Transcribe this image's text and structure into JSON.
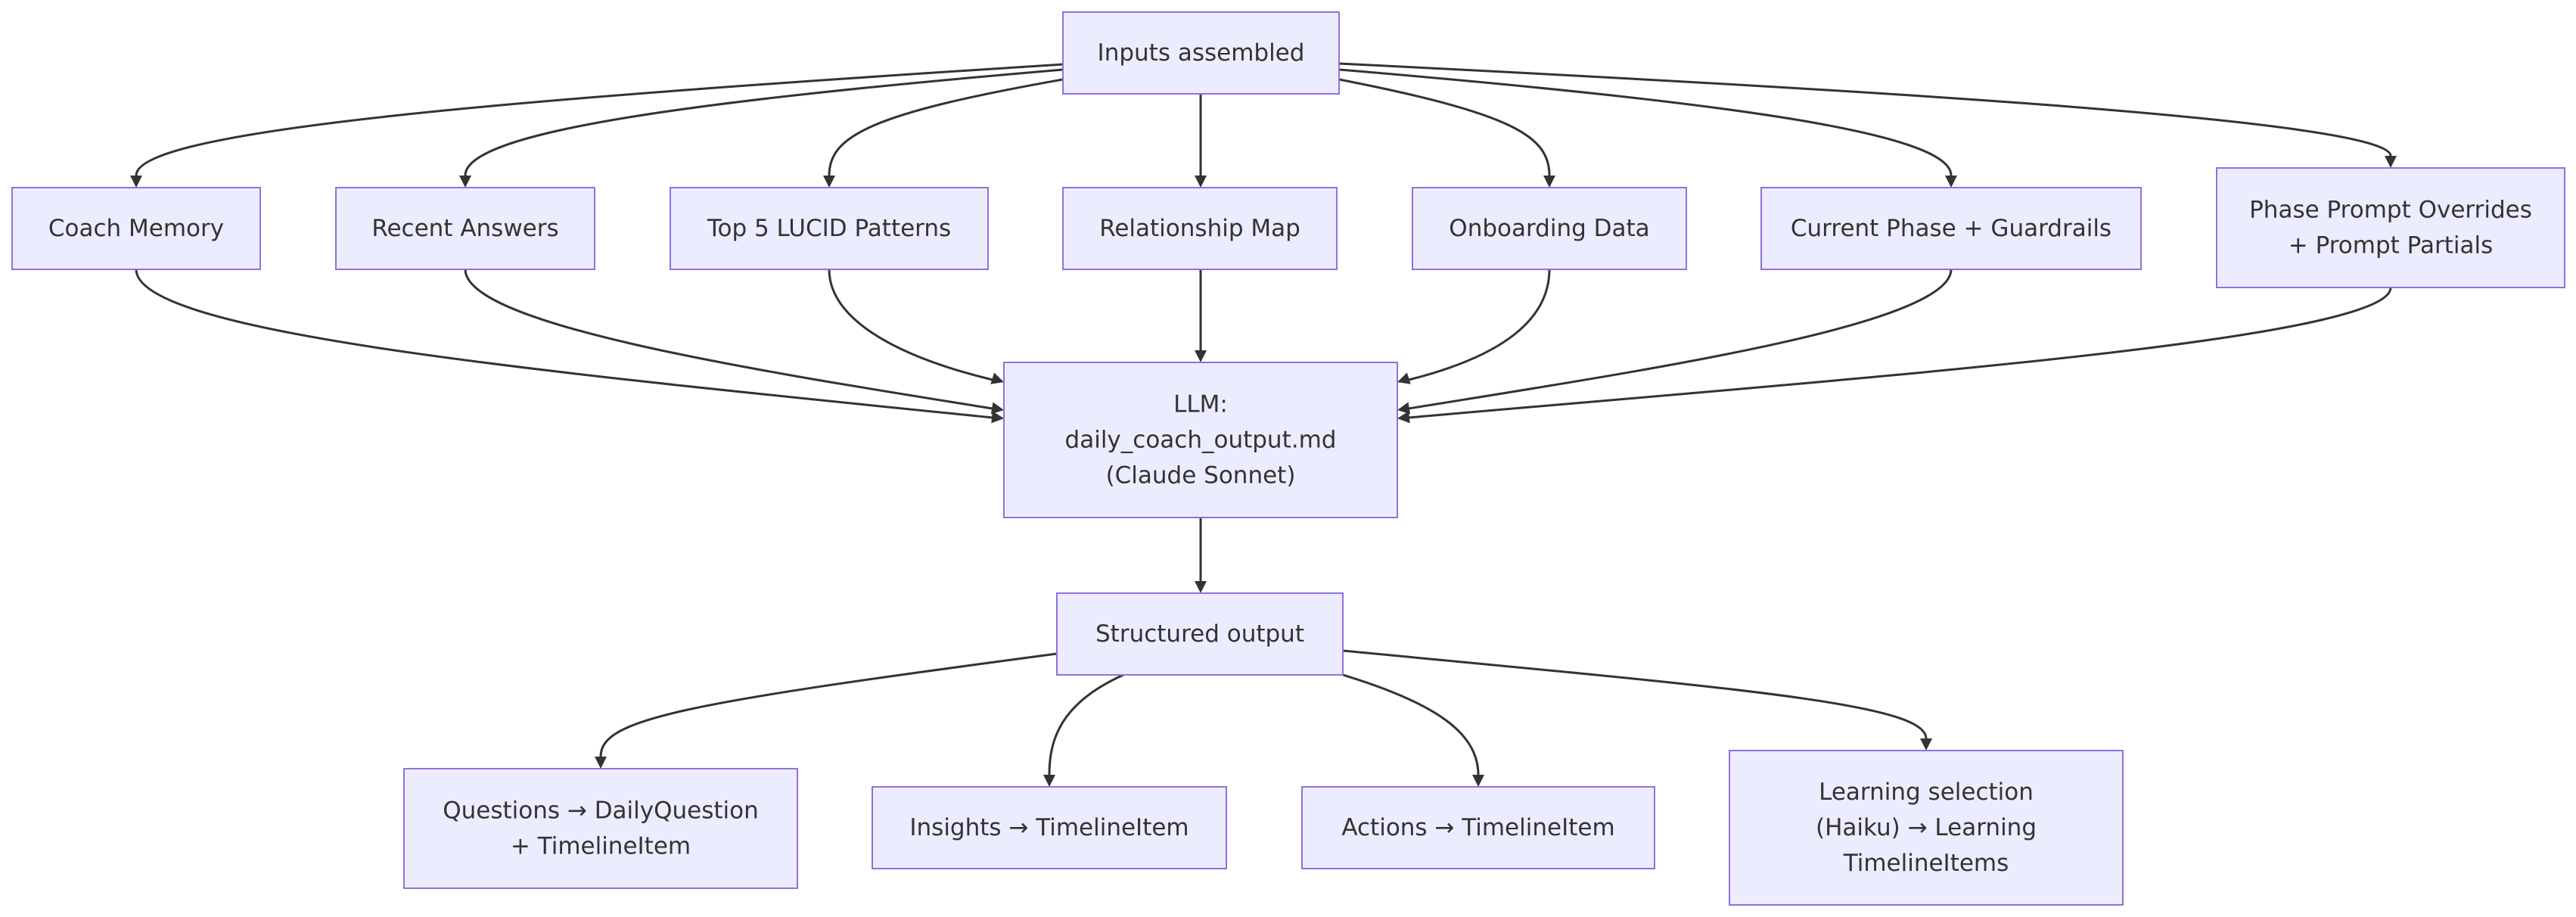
{
  "diagram": {
    "type": "flowchart",
    "nodes": {
      "inputs": [
        "Inputs assembled"
      ],
      "coach_memory": [
        "Coach Memory"
      ],
      "recent_answers": [
        "Recent Answers"
      ],
      "lucid_patterns": [
        "Top 5 LUCID Patterns"
      ],
      "relationship_map": [
        "Relationship Map"
      ],
      "onboarding": [
        "Onboarding Data"
      ],
      "current_phase": [
        "Current Phase + Guardrails"
      ],
      "phase_overrides": [
        "Phase Prompt Overrides",
        "+ Prompt Partials"
      ],
      "llm": [
        "LLM:",
        "daily_coach_output.md",
        "(Claude Sonnet)"
      ],
      "structured": [
        "Structured output"
      ],
      "questions": [
        "Questions → DailyQuestion",
        "+ TimelineItem"
      ],
      "insights": [
        "Insights → TimelineItem"
      ],
      "actions": [
        "Actions → TimelineItem"
      ],
      "learning": [
        "Learning selection",
        "(Haiku) → Learning",
        "TimelineItems"
      ]
    },
    "edges": [
      [
        "inputs",
        "coach_memory"
      ],
      [
        "inputs",
        "recent_answers"
      ],
      [
        "inputs",
        "lucid_patterns"
      ],
      [
        "inputs",
        "relationship_map"
      ],
      [
        "inputs",
        "onboarding"
      ],
      [
        "inputs",
        "current_phase"
      ],
      [
        "inputs",
        "phase_overrides"
      ],
      [
        "coach_memory",
        "llm"
      ],
      [
        "recent_answers",
        "llm"
      ],
      [
        "lucid_patterns",
        "llm"
      ],
      [
        "relationship_map",
        "llm"
      ],
      [
        "onboarding",
        "llm"
      ],
      [
        "current_phase",
        "llm"
      ],
      [
        "phase_overrides",
        "llm"
      ],
      [
        "llm",
        "structured"
      ],
      [
        "structured",
        "questions"
      ],
      [
        "structured",
        "insights"
      ],
      [
        "structured",
        "actions"
      ],
      [
        "structured",
        "learning"
      ]
    ],
    "colors": {
      "node_fill": "#ECECFF",
      "node_stroke": "#9370DB",
      "edge": "#333333",
      "text": "#333333"
    }
  }
}
